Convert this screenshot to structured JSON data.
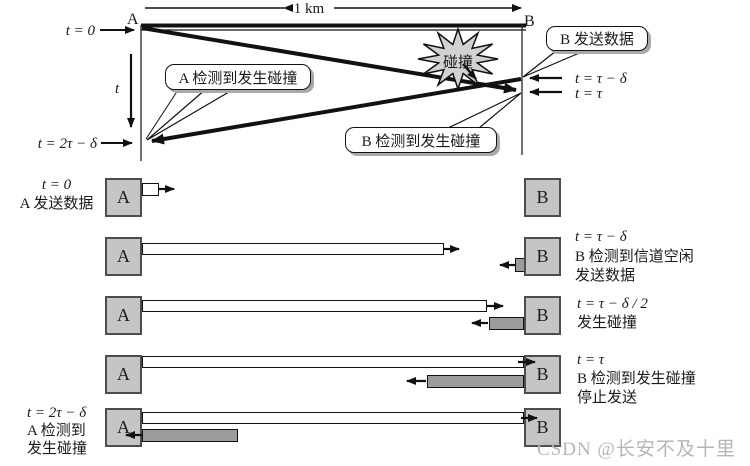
{
  "top": {
    "station_a": "A",
    "station_b": "B",
    "distance": "1 km",
    "t0": "t = 0",
    "t_axis": "t",
    "t_2tau_delta": "t = 2τ − δ",
    "t_tau_delta": "t = τ − δ",
    "t_tau": "t = τ",
    "collision": "碰撞",
    "callout_a_detect": "A 检测到发生碰撞",
    "callout_b_send": "B 发送数据",
    "callout_b_detect": "B 检测到发生碰撞"
  },
  "rows": [
    {
      "a": "A",
      "b": "B",
      "left": [
        "t = 0",
        "A 发送数据"
      ],
      "right": []
    },
    {
      "a": "A",
      "b": "B",
      "left": [],
      "right": [
        "t = τ − δ",
        "B 检测到信道空闲",
        "发送数据"
      ]
    },
    {
      "a": "A",
      "b": "B",
      "left": [],
      "right": [
        "t = τ − δ / 2",
        "发生碰撞"
      ]
    },
    {
      "a": "A",
      "b": "B",
      "left": [],
      "right": [
        "t = τ",
        "B 检测到发生碰撞",
        "停止发送"
      ]
    },
    {
      "a": "A",
      "b": "B",
      "left": [
        "t = 2τ − δ",
        "A 检测到",
        "发生碰撞"
      ],
      "right": []
    }
  ],
  "watermark": "CSDN @长安不及十里",
  "colors": {
    "box_fill": "#c5c5c5",
    "box_border": "#4d4d4d",
    "gray_bar": "#9c9c9c",
    "star_fill": "#d2d2d2",
    "watermark": "#b6b6b6"
  }
}
